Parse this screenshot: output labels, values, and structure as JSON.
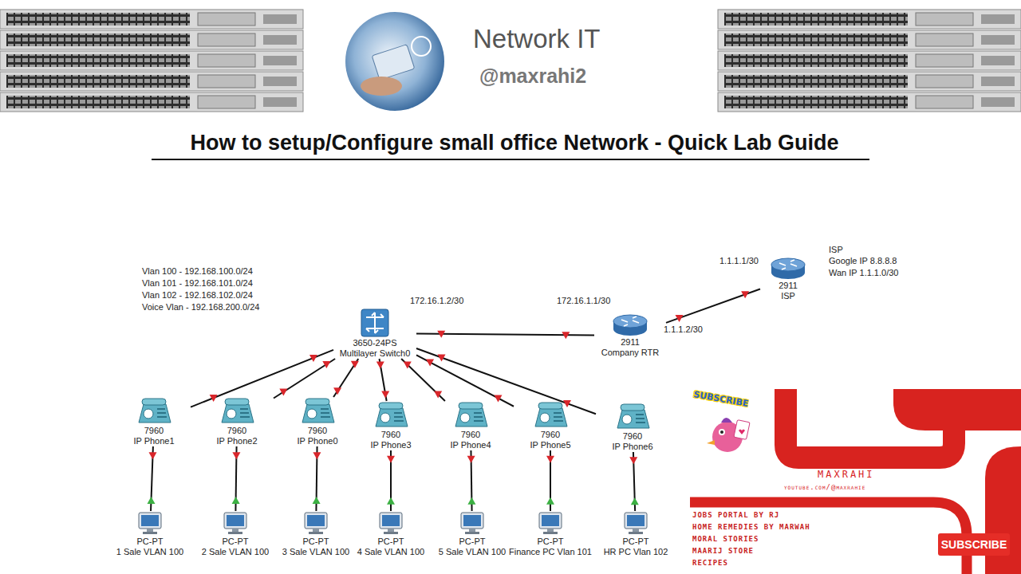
{
  "diagram": {
    "title": "How to setup/Configure small office Network - Quick Lab Guide",
    "nodes": [
      {
        "text": [
          "2911",
          "ISP"
        ]
      },
      {
        "text": [
          "3650-24PS",
          "Multilayer Switch0"
        ]
      },
      {
        "text": [
          "2911",
          "Company RTR"
        ]
      },
      {
        "text": [
          "7960",
          "IP Phone1"
        ]
      },
      {
        "text": [
          "7960",
          "IP Phone2"
        ]
      },
      {
        "text": [
          "7960",
          "IP Phone0"
        ]
      },
      {
        "text": [
          "7960",
          "IP Phone3"
        ]
      },
      {
        "text": [
          "7960",
          "IP Phone4"
        ]
      },
      {
        "text": [
          "7960",
          "IP Phone5"
        ]
      },
      {
        "text": [
          "7960",
          "IP Phone6"
        ]
      },
      {
        "text": [
          "PC-PT",
          "1 Sale VLAN 100"
        ]
      },
      {
        "text": [
          "PC-PT",
          "2 Sale VLAN 100"
        ]
      },
      {
        "text": [
          "PC-PT",
          "3 Sale VLAN 100"
        ]
      },
      {
        "text": [
          "PC-PT",
          "4 Sale VLAN 100"
        ]
      },
      {
        "text": [
          "PC-PT",
          "5 Sale VLAN 100"
        ]
      },
      {
        "text": [
          "PC-PT",
          "Finance PC Vlan 101"
        ]
      },
      {
        "text": [
          "PC-PT",
          "HR PC Vlan 102"
        ]
      },
      {
        "text": [
          "SUBSCRIBE",
          "MAXRAHI",
          "youtube.com/@maxrahie",
          "JOBS PORTAL BY RJ",
          "HOME REMEDIES BY MARWAH",
          "MORAL STORIES",
          "MAARIJ STORE",
          "RECIPES"
        ]
      },
      {
        "text": [
          "SUBSCRIBE"
        ],
        "in": 17
      }
    ],
    "edges": [
      {
        "from": 1,
        "to": 2,
        "arrow": "none"
      },
      {
        "from": 2,
        "to": 0,
        "arrow": "none"
      },
      {
        "from": 1,
        "to": 3,
        "arrow": "none"
      },
      {
        "from": 1,
        "to": 4,
        "arrow": "none"
      },
      {
        "from": 1,
        "to": 5,
        "arrow": "none"
      },
      {
        "from": 1,
        "to": 6,
        "arrow": "none"
      },
      {
        "from": 1,
        "to": 7,
        "arrow": "none"
      },
      {
        "from": 1,
        "to": 8,
        "arrow": "none"
      },
      {
        "from": 1,
        "to": 9,
        "arrow": "none"
      },
      {
        "from": 3,
        "to": 10,
        "arrow": "none"
      },
      {
        "from": 4,
        "to": 11,
        "arrow": "none"
      },
      {
        "from": 5,
        "to": 12,
        "arrow": "none"
      },
      {
        "from": 6,
        "to": 13,
        "arrow": "none"
      },
      {
        "from": 7,
        "to": 14,
        "arrow": "none"
      },
      {
        "from": 8,
        "to": 15,
        "arrow": "none"
      },
      {
        "from": 9,
        "to": 16,
        "arrow": "none"
      }
    ],
    "labels": [
      "Network IT",
      "@maxrahi2",
      "Vlan 100 - 192.168.100.0/24",
      "Vlan 101 - 192.168.101.0/24",
      "Vlan 102 - 192.168.102.0/24",
      "Voice Vlan - 192.168.200.0/24",
      "172.16.1.2/30",
      "172.16.1.1/30",
      "1.1.1.1/30",
      "1.1.1.2/30",
      "ISP",
      "Google IP 8.8.8.8",
      "Wan IP 1.1.1.0/30"
    ]
  }
}
